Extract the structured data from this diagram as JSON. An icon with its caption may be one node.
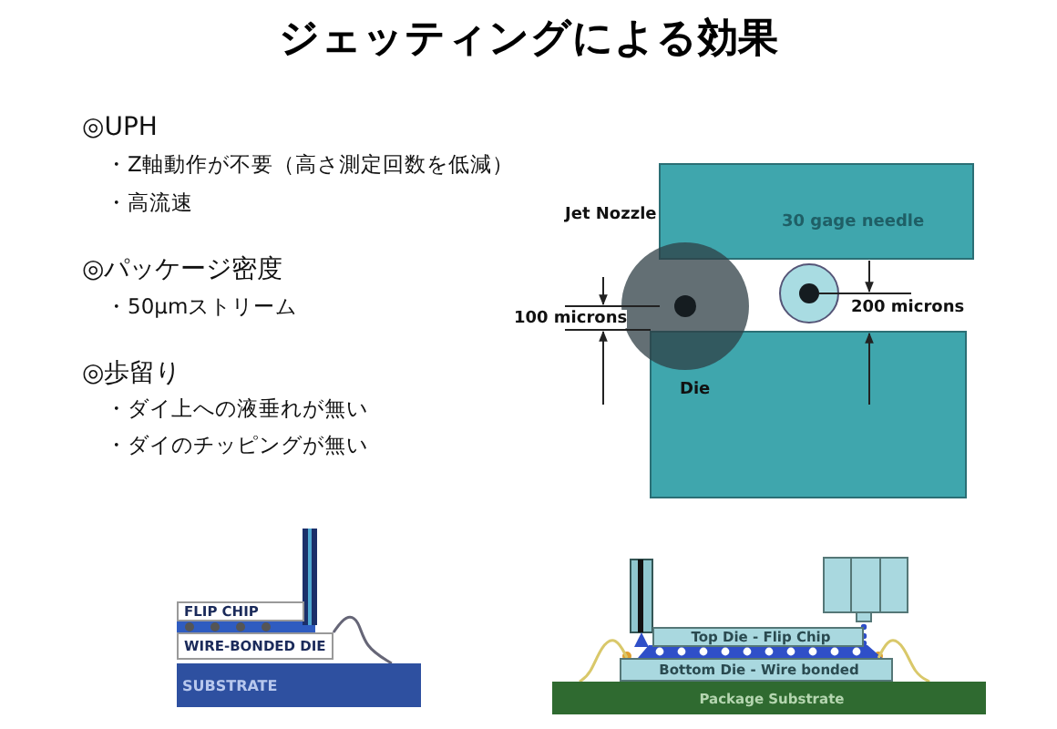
{
  "diagram": {
    "title": "ジェッティングによる効果",
    "nodes": [
      {
        "text": [
          "FLIP CHIP"
        ]
      },
      {
        "text": [
          "WIRE-BONDED DIE"
        ]
      },
      {
        "text": [
          "SUBSTRATE"
        ]
      },
      {
        "text": [
          "Top Die - Flip Chip"
        ]
      },
      {
        "text": [
          "Bottom Die - Wire bonded"
        ]
      },
      {
        "text": [
          "Package Substrate"
        ]
      }
    ],
    "edges": [
      {
        "from": 1,
        "to": 2,
        "arrow": "none",
        "color": "#666677"
      },
      {
        "from": 4,
        "to": 5,
        "arrow": "none"
      },
      {
        "from": 4,
        "to": 5,
        "arrow": "none"
      }
    ],
    "labels": [
      "◎UPH",
      "・Z軸動作が不要（高さ測定回数を低減）",
      "・高流速",
      "◎パッケージ密度",
      "・50μmストリーム",
      "◎歩留り",
      "・ダイ上への液垂れが無い",
      "・ダイのチッピングが無い",
      "Jet Nozzle",
      "30 gage needle",
      "100 microns",
      "200 microns",
      "Die"
    ]
  }
}
